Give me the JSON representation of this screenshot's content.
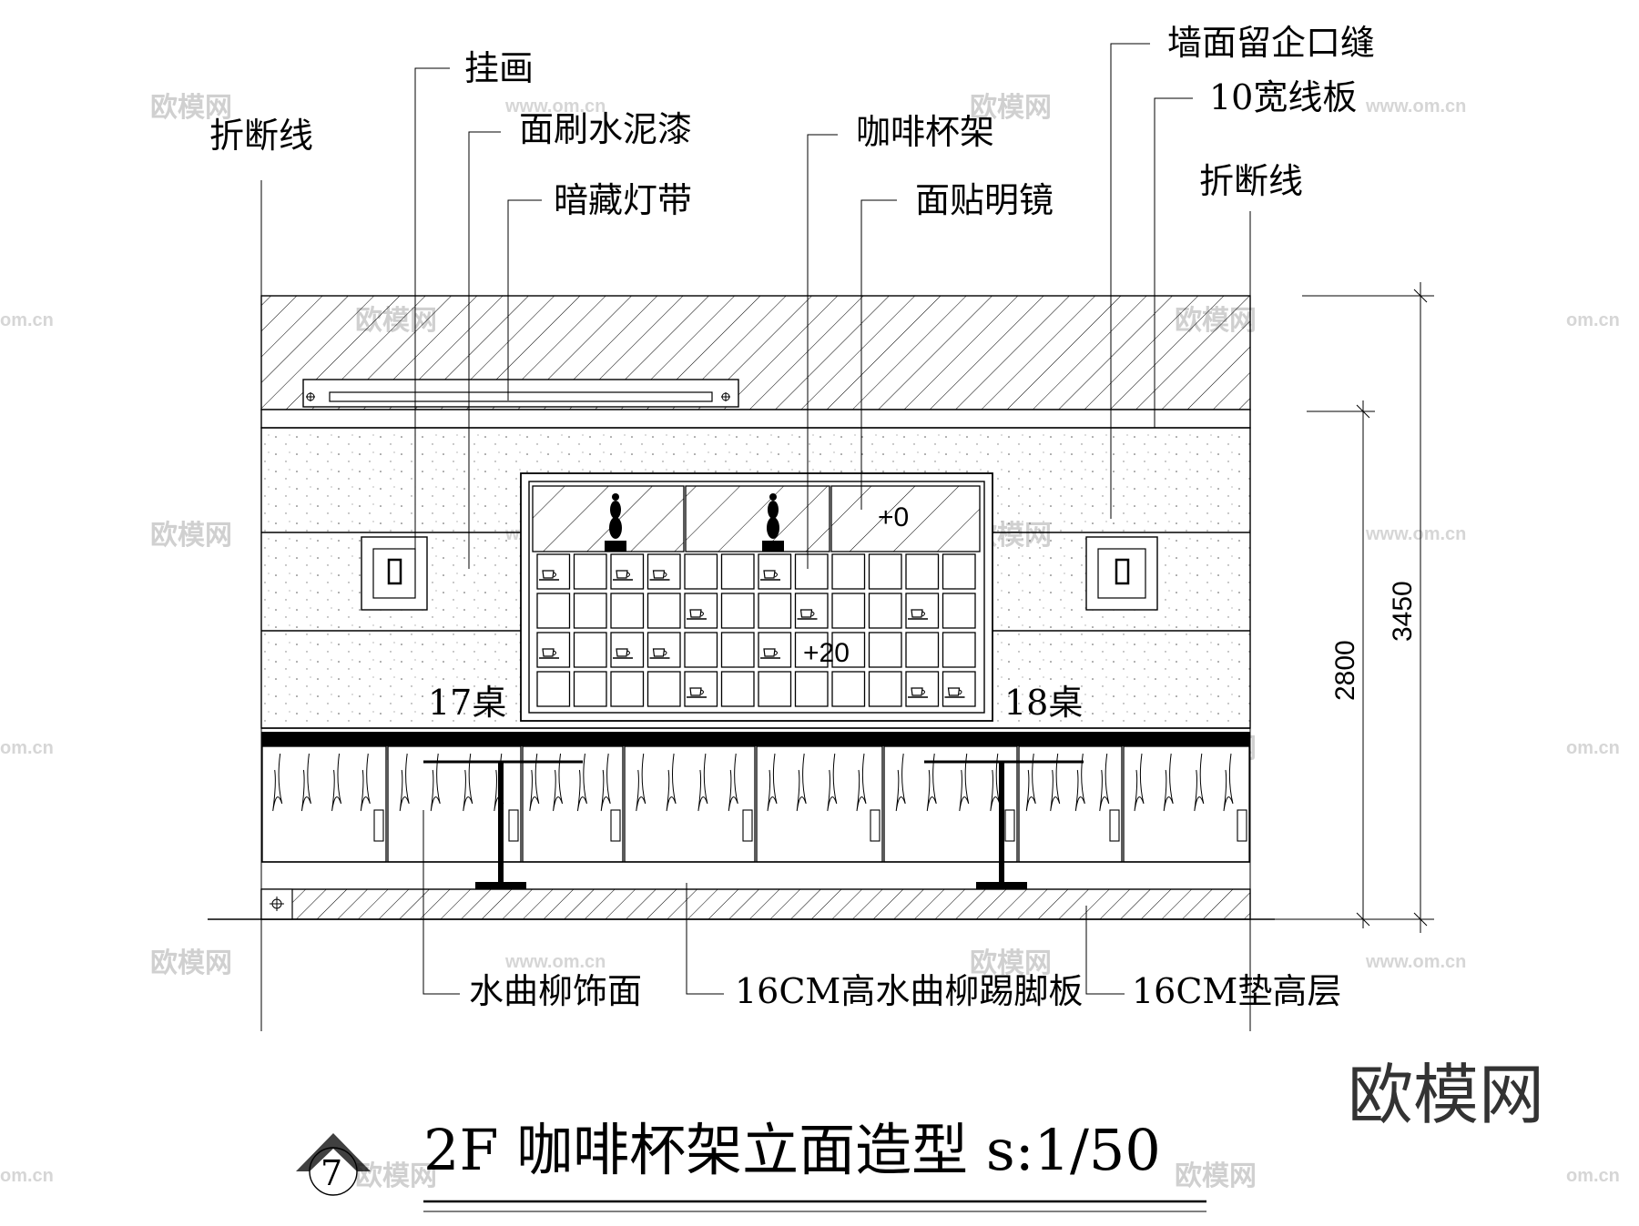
{
  "labels": {
    "break_line_left": "折断线",
    "hanging_picture": "挂画",
    "cement_paint": "面刷水泥漆",
    "hidden_light_strip": "暗藏灯带",
    "cup_rack": "咖啡杯架",
    "clear_mirror": "面贴明镜",
    "wall_groove": "墙面留企口缝",
    "trim_board": "10宽线板",
    "break_line_right": "折断线",
    "table_17": "17桌",
    "table_18": "18桌",
    "level_0": "+0",
    "level_20": "+20",
    "ash_veneer": "水曲柳饰面",
    "kick_board": "16CM高水曲柳踢脚板",
    "raised_layer": "16CM垫高层"
  },
  "dimensions": {
    "height_2800": "2800",
    "height_3450": "3450"
  },
  "title": {
    "index": "7",
    "text": "2F 咖啡杯架立面造型 s:1/50"
  },
  "watermark": {
    "brand": "欧模网",
    "url": "www.om.cn",
    "url_short": "om.cn"
  },
  "cup_positions": [
    [
      0,
      0
    ],
    [
      2,
      0
    ],
    [
      3,
      0
    ],
    [
      6,
      0
    ],
    [
      4,
      1
    ],
    [
      7,
      1
    ],
    [
      10,
      1
    ],
    [
      0,
      2
    ],
    [
      2,
      2
    ],
    [
      3,
      2
    ],
    [
      6,
      2
    ],
    [
      4,
      3
    ],
    [
      10,
      3
    ],
    [
      11,
      3
    ]
  ]
}
